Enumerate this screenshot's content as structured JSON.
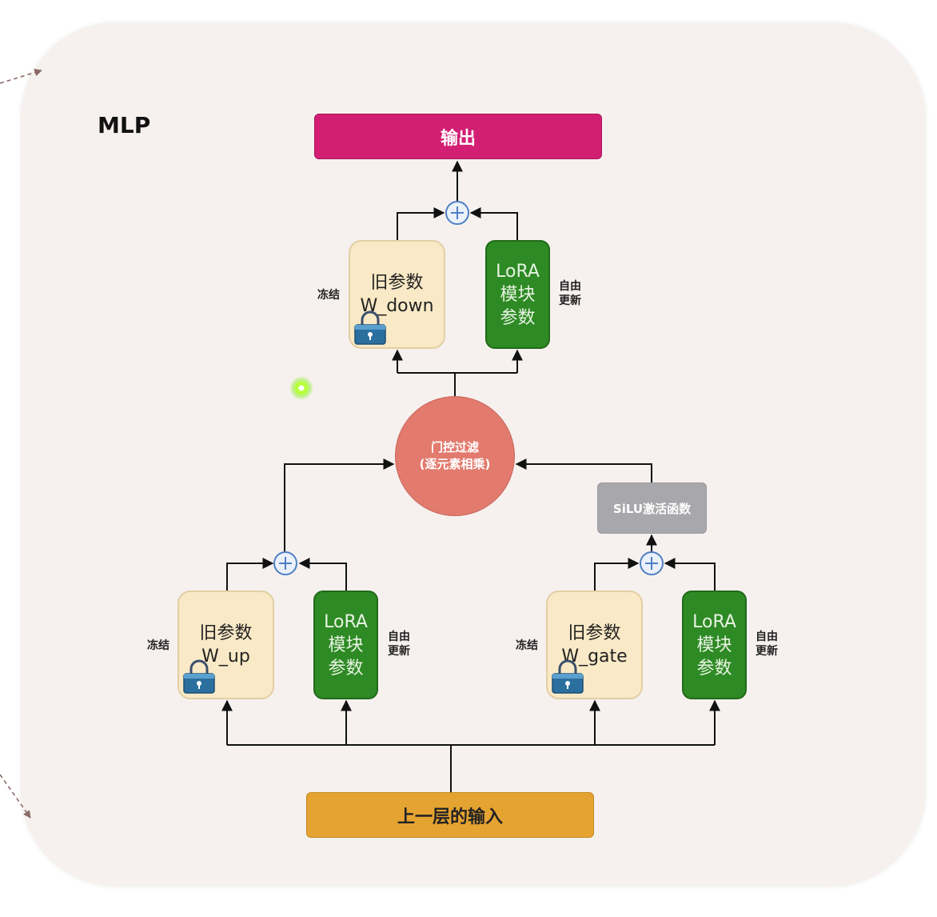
{
  "title": "MLP",
  "output_label": "输出",
  "input_label": "上一层的输入",
  "gate": {
    "line1": "门控过滤",
    "line2": "(逐元素相乘)"
  },
  "silu_label": "SiLU激活函数",
  "blocks": {
    "down": {
      "frozen_line1": "旧参数",
      "frozen_line2": "W_down",
      "lora_line1": "LoRA",
      "lora_line2": "模块",
      "lora_line3": "参数",
      "frozen_tag": "冻结",
      "update_tag_line1": "自由",
      "update_tag_line2": "更新"
    },
    "up": {
      "frozen_line1": "旧参数",
      "frozen_line2": "W_up",
      "lora_line1": "LoRA",
      "lora_line2": "模块",
      "lora_line3": "参数",
      "frozen_tag": "冻结",
      "update_tag_line1": "自由",
      "update_tag_line2": "更新"
    },
    "gate": {
      "frozen_line1": "旧参数",
      "frozen_line2": "W_gate",
      "lora_line1": "LoRA",
      "lora_line2": "模块",
      "lora_line3": "参数",
      "frozen_tag": "冻结",
      "update_tag_line1": "自由",
      "update_tag_line2": "更新"
    }
  },
  "colors": {
    "output": "#d21f74",
    "input": "#e5a331",
    "frozen": "#f9e9c6",
    "lora": "#2e8a24",
    "gate": "#e27a6e",
    "silu": "#a8a8ac",
    "adder": "#4e7fc2"
  },
  "icons": {
    "lock": "lock-icon",
    "adder": "plus-circle-icon"
  }
}
